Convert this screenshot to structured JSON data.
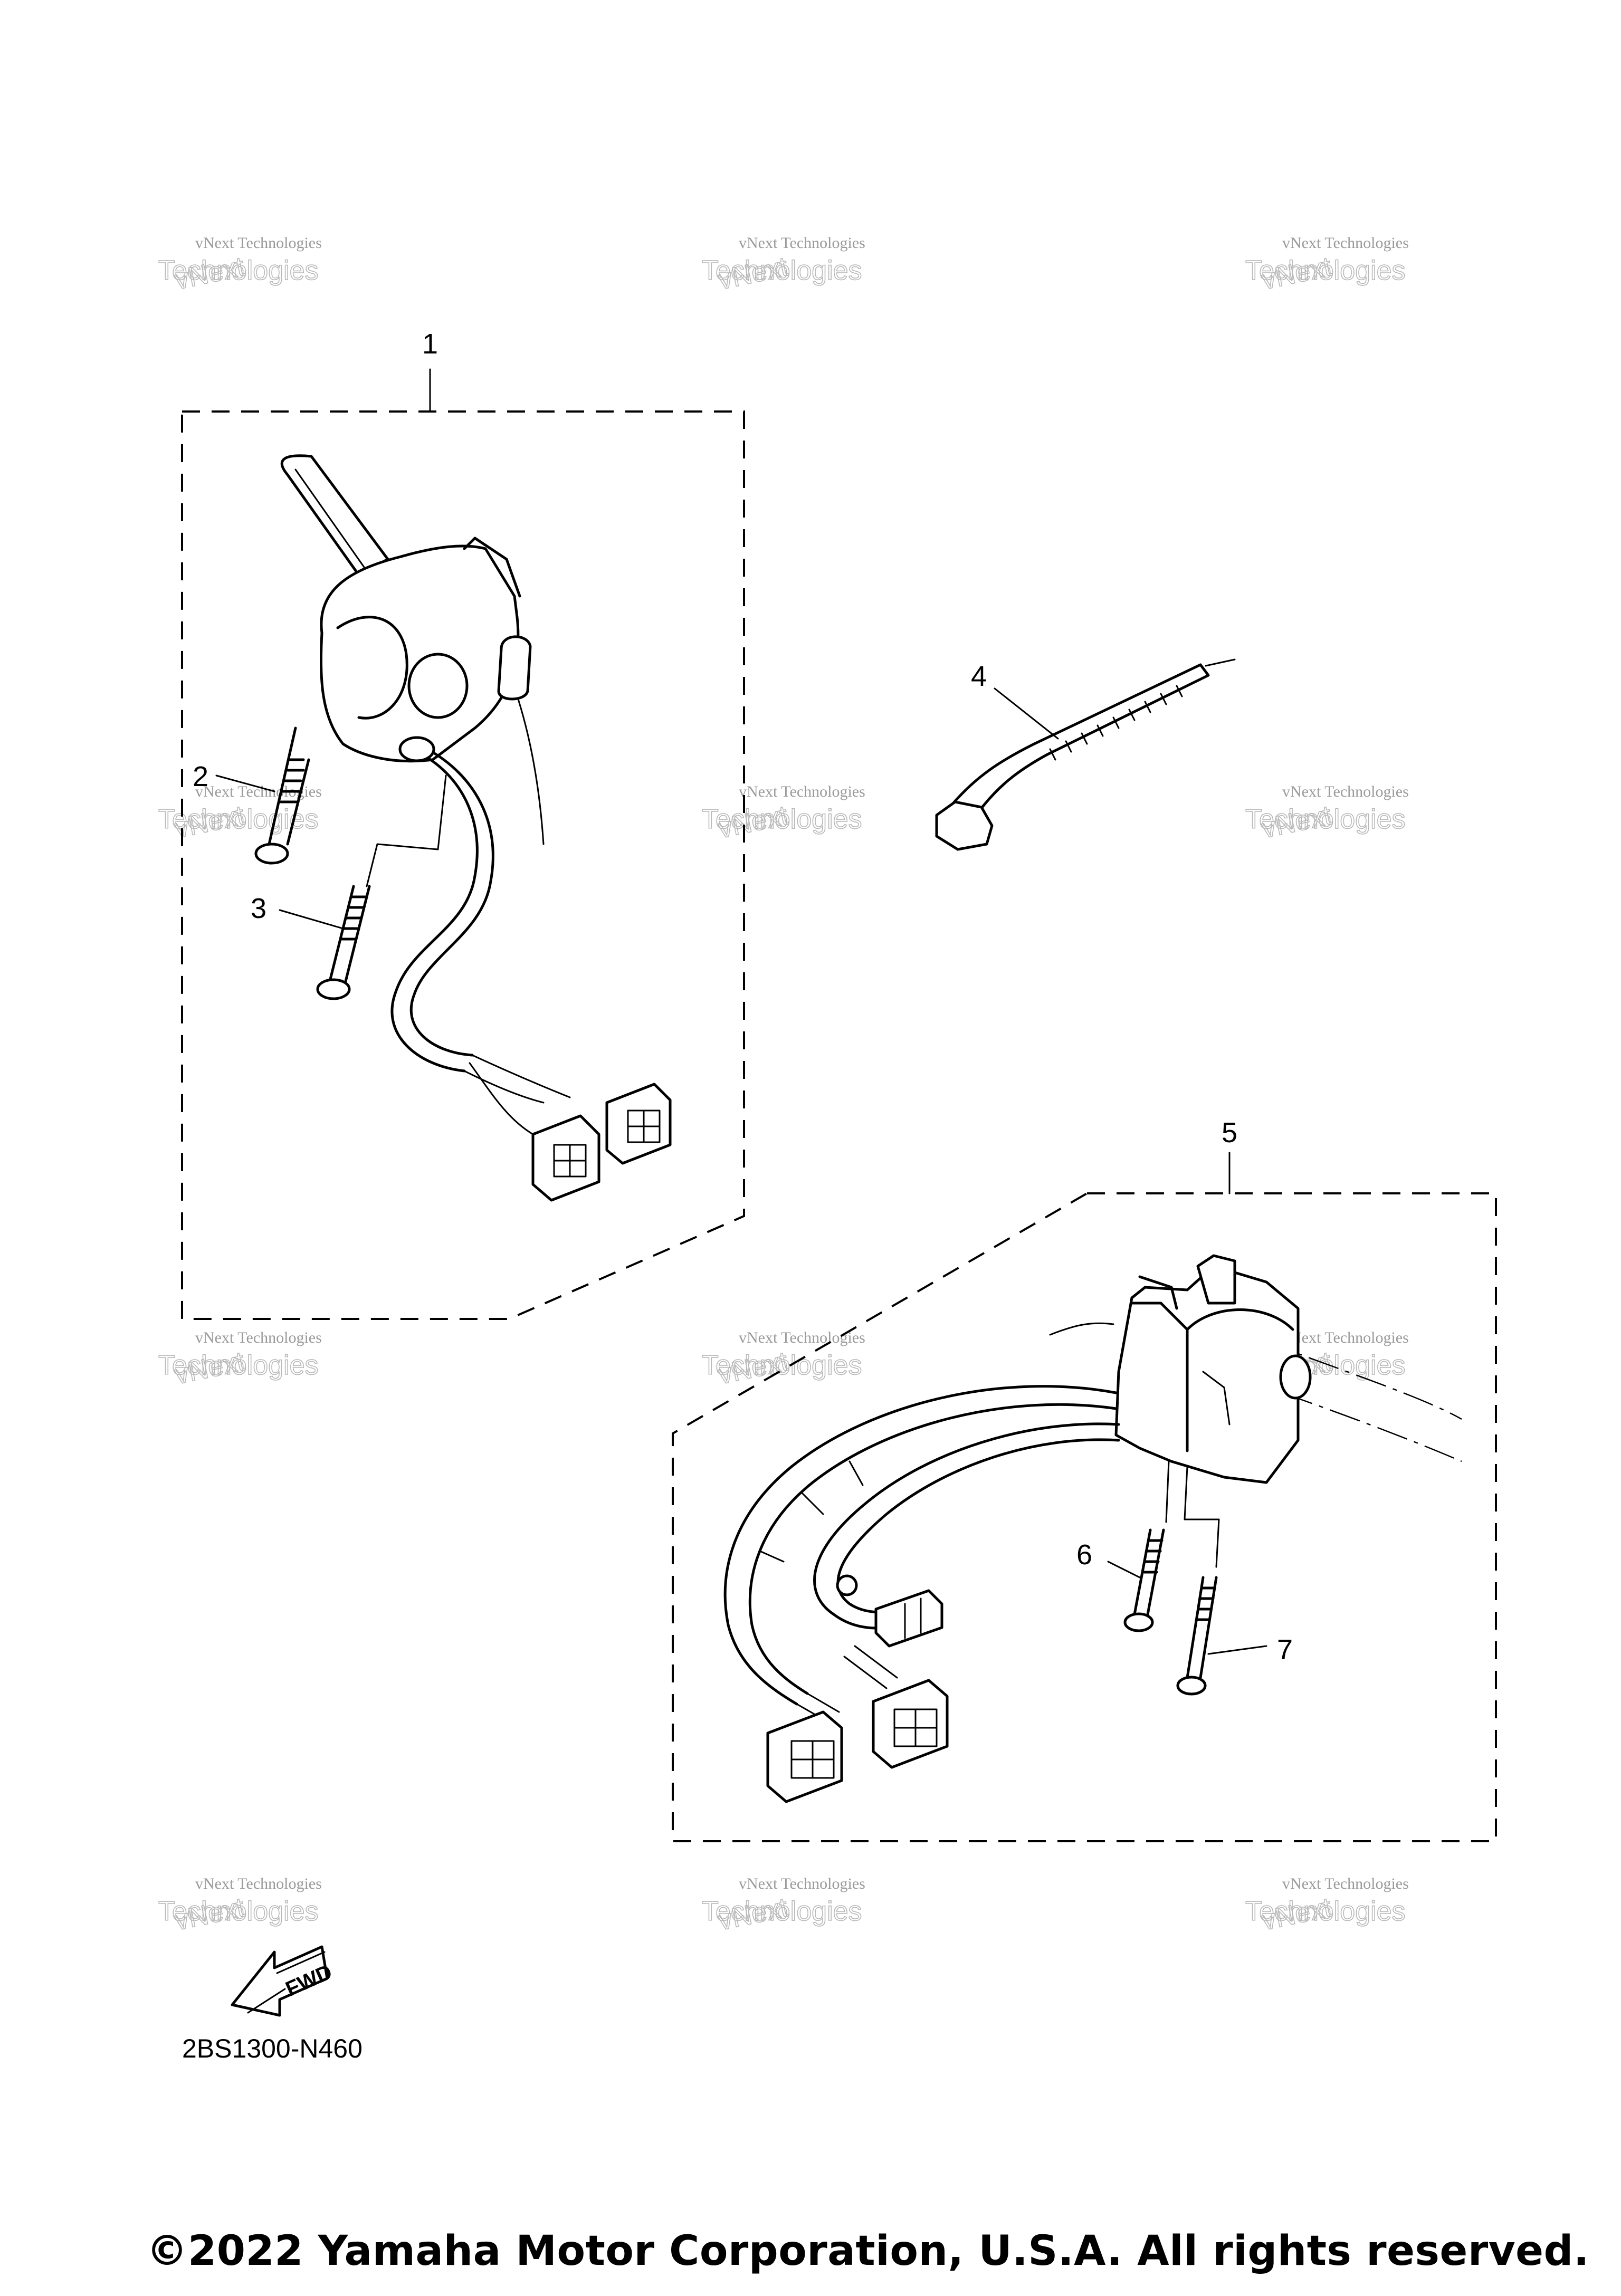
{
  "callouts": [
    "1",
    "2",
    "3",
    "4",
    "5",
    "6",
    "7"
  ],
  "watermark": {
    "line1": "vNext Technologies",
    "line2": "vNext",
    "line3": "Technologies"
  },
  "fwd_label": "FWD",
  "diagram_code": "2BS1300-N460",
  "copyright": "©2022 Yamaha Motor Corporation, U.S.A. All rights reserved."
}
